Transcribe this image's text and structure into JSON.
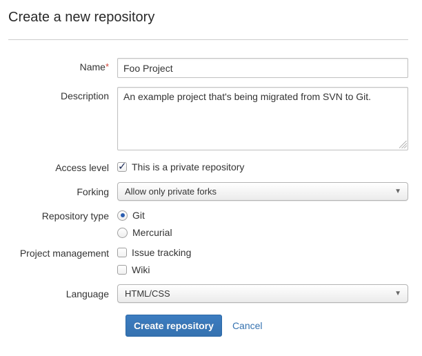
{
  "page": {
    "title": "Create a new repository"
  },
  "form": {
    "name": {
      "label": "Name",
      "required_marker": "*",
      "value": "Foo Project"
    },
    "description": {
      "label": "Description",
      "value": "An example project that's being migrated from SVN to Git."
    },
    "access_level": {
      "label": "Access level",
      "option_label": "This is a private repository",
      "checked": true
    },
    "forking": {
      "label": "Forking",
      "selected_option": "Allow only private forks"
    },
    "repository_type": {
      "label": "Repository type",
      "options": [
        {
          "label": "Git",
          "selected": true
        },
        {
          "label": "Mercurial",
          "selected": false
        }
      ]
    },
    "project_management": {
      "label": "Project management",
      "options": [
        {
          "label": "Issue tracking",
          "checked": false
        },
        {
          "label": "Wiki",
          "checked": false
        }
      ]
    },
    "language": {
      "label": "Language",
      "selected_option": "HTML/CSS"
    }
  },
  "actions": {
    "submit": "Create repository",
    "cancel": "Cancel"
  },
  "colors": {
    "accent": "#3572b0",
    "required": "#d04437"
  }
}
